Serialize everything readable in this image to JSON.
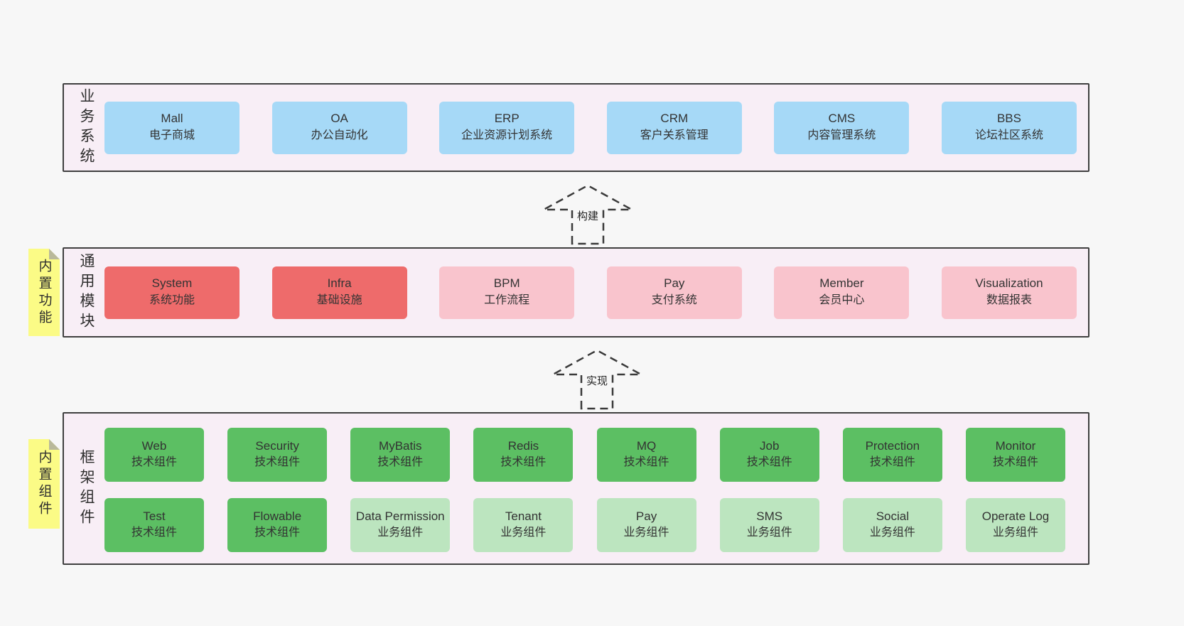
{
  "colors": {
    "page_bg": "#f7f7f7",
    "panel_bg": "#f8eef6",
    "panel_border": "#3f3f3f",
    "blue": "#a6d9f7",
    "red": "#ee6b6b",
    "pink": "#f9c4cd",
    "green": "#5cbf63",
    "green_light": "#bce5bf",
    "sticky_yellow": "#fbfb86"
  },
  "business": {
    "side_label": "业务系统",
    "items": [
      {
        "title": "Mall",
        "subtitle": "电子商城"
      },
      {
        "title": "OA",
        "subtitle": "办公自动化"
      },
      {
        "title": "ERP",
        "subtitle": "企业资源计划系统"
      },
      {
        "title": "CRM",
        "subtitle": "客户关系管理"
      },
      {
        "title": "CMS",
        "subtitle": "内容管理系统"
      },
      {
        "title": "BBS",
        "subtitle": "论坛社区系统"
      }
    ]
  },
  "arrows": {
    "build": "构建",
    "implement": "实现"
  },
  "modules": {
    "sticky": "内置功能",
    "side_label": "通用模块",
    "items": [
      {
        "title": "System",
        "subtitle": "系统功能"
      },
      {
        "title": "Infra",
        "subtitle": "基础设施"
      },
      {
        "title": "BPM",
        "subtitle": "工作流程"
      },
      {
        "title": "Pay",
        "subtitle": "支付系统"
      },
      {
        "title": "Member",
        "subtitle": "会员中心"
      },
      {
        "title": "Visualization",
        "subtitle": "数据报表"
      }
    ]
  },
  "components": {
    "sticky": "内置组件",
    "side_label": "框架组件",
    "row1": [
      {
        "title": "Web",
        "subtitle": "技术组件"
      },
      {
        "title": "Security",
        "subtitle": "技术组件"
      },
      {
        "title": "MyBatis",
        "subtitle": "技术组件"
      },
      {
        "title": "Redis",
        "subtitle": "技术组件"
      },
      {
        "title": "MQ",
        "subtitle": "技术组件"
      },
      {
        "title": "Job",
        "subtitle": "技术组件"
      },
      {
        "title": "Protection",
        "subtitle": "技术组件"
      },
      {
        "title": "Monitor",
        "subtitle": "技术组件"
      }
    ],
    "row2": [
      {
        "title": "Test",
        "subtitle": "技术组件"
      },
      {
        "title": "Flowable",
        "subtitle": "技术组件"
      },
      {
        "title": "Data Permission",
        "subtitle": "业务组件"
      },
      {
        "title": "Tenant",
        "subtitle": "业务组件"
      },
      {
        "title": "Pay",
        "subtitle": "业务组件"
      },
      {
        "title": "SMS",
        "subtitle": "业务组件"
      },
      {
        "title": "Social",
        "subtitle": "业务组件"
      },
      {
        "title": "Operate Log",
        "subtitle": "业务组件"
      }
    ]
  }
}
